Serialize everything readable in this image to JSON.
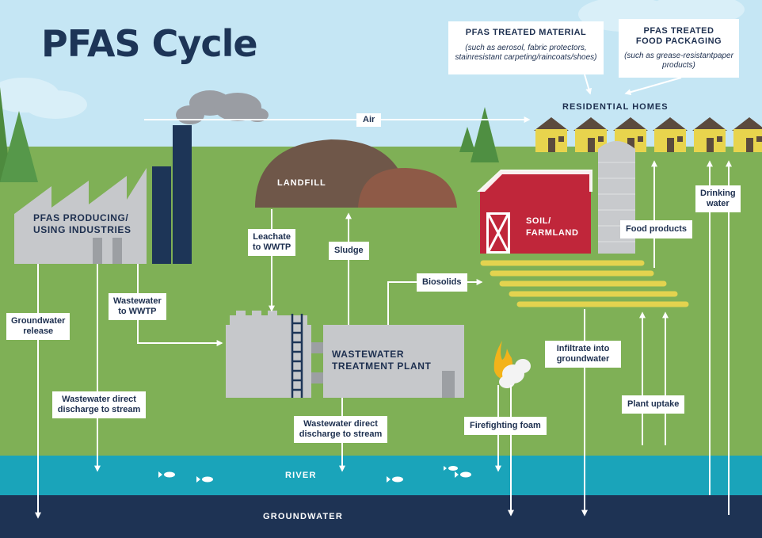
{
  "title": "PFAS Cycle",
  "info_boxes": [
    {
      "title": "PFAS TREATED MATERIAL",
      "subtitle": [
        "(such as aerosol, fabric protectors, stain",
        "resistant carpeting/raincoats/shoes)"
      ]
    },
    {
      "title": [
        "PFAS TREATED",
        "FOOD PACKAGING"
      ],
      "subtitle": [
        "(such as grease-resistant",
        "paper products)"
      ]
    }
  ],
  "places": {
    "residential": "RESIDENTIAL HOMES",
    "landfill": "LANDFILL",
    "industries": [
      "PFAS PRODUCING/",
      "USING INDUSTRIES"
    ],
    "soil": [
      "SOIL/",
      "FARMLAND"
    ],
    "wwtp": [
      "WASTEWATER",
      "TREATMENT PLANT"
    ],
    "river": "RIVER",
    "groundwater": "GROUNDWATER"
  },
  "flows": {
    "air": "Air",
    "leachate": [
      "Leachate",
      "to WWTP"
    ],
    "sludge": "Sludge",
    "biosolids": "Biosolids",
    "wastewater_wwtp": [
      "Wastewater",
      "to WWTP"
    ],
    "groundwater_release": [
      "Groundwater",
      "release"
    ],
    "ww_direct_left": [
      "Wastewater direct",
      "discharge to stream"
    ],
    "ww_direct_plant": [
      "Wastewater direct",
      "discharge to stream"
    ],
    "firefighting": "Firefighting foam",
    "infiltrate": [
      "Infiltrate into",
      "groundwater"
    ],
    "plant_uptake": "Plant uptake",
    "food_products": "Food products",
    "drinking_water": [
      "Drinking",
      "water"
    ]
  },
  "colors": {
    "sky": "#bfe3f3",
    "grass": "#7faf55",
    "river": "#1aa3b9",
    "groundwater": "#1e3354",
    "navy": "#1d3557",
    "barn": "#c0263a",
    "house": "#e8d44d",
    "landfill": "#6e5648"
  }
}
